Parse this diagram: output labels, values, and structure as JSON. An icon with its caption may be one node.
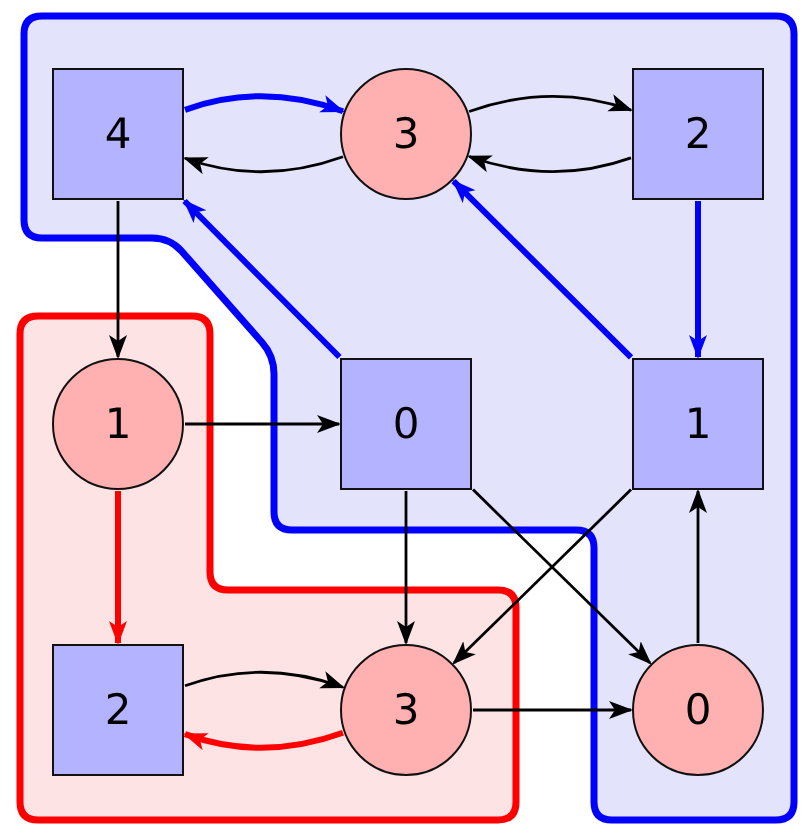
{
  "diagram": {
    "nodes": [
      {
        "text": [],
        "shape": "box"
      },
      {
        "text": [
          "4"
        ],
        "in": 0
      },
      {
        "text": [
          "3"
        ],
        "in": 0
      },
      {
        "text": [
          "2"
        ],
        "in": 0
      },
      {
        "text": [],
        "shape": "box"
      },
      {
        "text": [
          "1"
        ],
        "in": 4
      },
      {
        "text": [
          "0"
        ],
        "in": 0
      },
      {
        "text": [
          "1"
        ],
        "in": 0
      },
      {
        "text": [
          "2"
        ],
        "in": 4
      },
      {
        "text": [
          "3"
        ],
        "in": 4
      },
      {
        "text": [
          "0"
        ],
        "in": 0
      }
    ],
    "edges": [
      {
        "from": 1,
        "to": 2,
        "arrow": "to",
        "style": "thick",
        "color": "#0000ff"
      },
      {
        "from": 2,
        "to": 1,
        "arrow": "to"
      },
      {
        "from": 2,
        "to": 3,
        "arrow": "to"
      },
      {
        "from": 3,
        "to": 2,
        "arrow": "to"
      },
      {
        "from": 6,
        "to": 1,
        "arrow": "to",
        "style": "thick",
        "color": "#0000ff"
      },
      {
        "from": 7,
        "to": 2,
        "arrow": "to",
        "style": "thick",
        "color": "#0000ff"
      },
      {
        "from": 3,
        "to": 7,
        "arrow": "to",
        "style": "thick",
        "color": "#0000ff"
      },
      {
        "from": 1,
        "to": 5,
        "arrow": "to"
      },
      {
        "from": 5,
        "to": 6,
        "arrow": "to"
      },
      {
        "from": 5,
        "to": 8,
        "arrow": "to",
        "style": "thick",
        "color": "#ff0000"
      },
      {
        "from": 6,
        "to": 9,
        "arrow": "to"
      },
      {
        "from": 6,
        "to": 10,
        "arrow": "to"
      },
      {
        "from": 7,
        "to": 9,
        "arrow": "to"
      },
      {
        "from": 8,
        "to": 9,
        "arrow": "to"
      },
      {
        "from": 9,
        "to": 8,
        "arrow": "to",
        "style": "thick",
        "color": "#ff0000"
      },
      {
        "from": 9,
        "to": 10,
        "arrow": "to"
      },
      {
        "from": 10,
        "to": 7,
        "arrow": "to"
      }
    ]
  }
}
